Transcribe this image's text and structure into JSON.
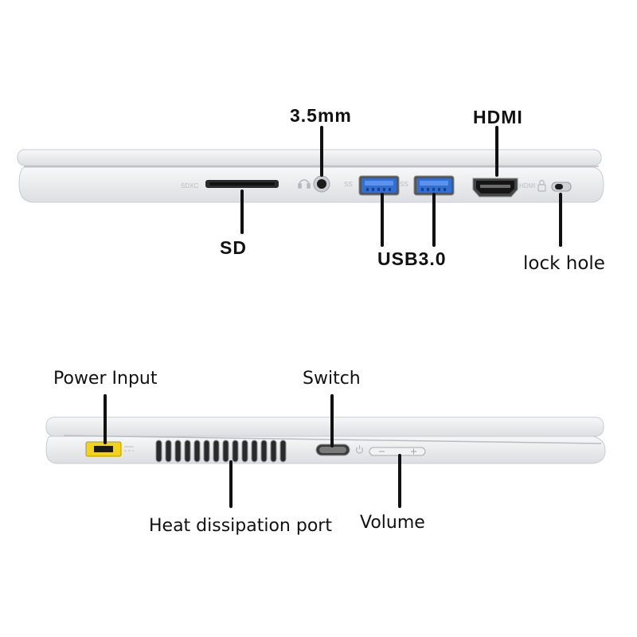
{
  "top_view": {
    "labels": {
      "audio": "3.5mm",
      "hdmi": "HDMI",
      "sd": "SD",
      "usb": "USB3.0",
      "lock": "lock hole"
    },
    "etched": {
      "sdxc": "SDXC",
      "ss1": "SS",
      "ss2": "SS",
      "hdmi": "HDMI"
    }
  },
  "bottom_view": {
    "labels": {
      "power": "Power Input",
      "switch": "Switch",
      "heat": "Heat dissipation port",
      "volume": "Volume"
    }
  },
  "colors": {
    "chassis": "#eceef0",
    "usb_blue": "#2f6fd6",
    "power_yellow": "#f2d31c",
    "leader": "#111111"
  }
}
